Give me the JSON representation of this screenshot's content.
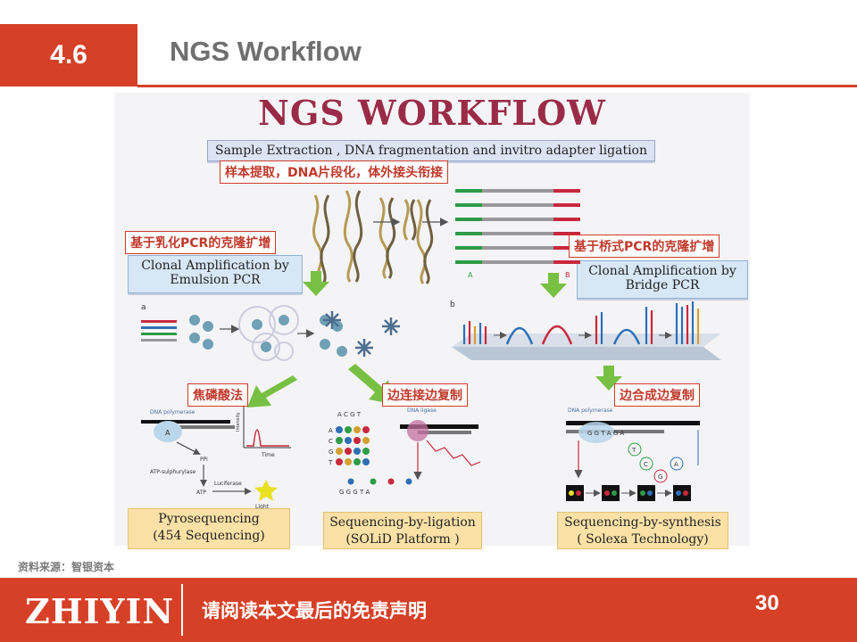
{
  "header": {
    "section_number": "4.6",
    "title": "NGS Workflow"
  },
  "figure": {
    "title": "NGS WORKFLOW",
    "step1": "Sample Extraction , DNA fragmentation and invitro adapter ligation",
    "emulsion": {
      "line1": "Clonal Amplification by",
      "line2": "Emulsion PCR"
    },
    "bridge": {
      "line1": "Clonal Amplification by",
      "line2": "Bridge PCR"
    },
    "panel_a": "a",
    "panel_b": "b",
    "adapter_a": "A",
    "adapter_b": "B",
    "pyro": {
      "line1": "Pyrosequencing",
      "line2": "(454 Sequencing)",
      "dna_polymerase": "DNA polymerase",
      "ppi": "PPi",
      "atp_sulphurylase": "ATP-sulphurylase",
      "atp": "ATP",
      "luciferase": "Luciferase",
      "light": "Light",
      "intensity": "Intensity",
      "time": "Time",
      "a": "A"
    },
    "ligation": {
      "line1": "Sequencing-by-ligation",
      "line2": "(SOLiD Platform )",
      "dna_ligase": "DNA ligase",
      "bases_top": "A C G T",
      "rows": [
        "A",
        "C",
        "G",
        "T"
      ],
      "bottom_seq": "G G G T A"
    },
    "synthesis": {
      "line1": "Sequencing-by-synthesis",
      "line2": "( Solexa Technology)",
      "dna_polymerase": "DNA polymerase",
      "chain": "G G T A G A",
      "free": [
        "T",
        "C",
        "G",
        "A"
      ]
    }
  },
  "annotations": {
    "sample_cn": "样本提取，DNA片段化，体外接头衔接",
    "emulsion_cn": "基于乳化PCR的克隆扩增",
    "bridge_cn": "基于桥式PCR的克隆扩增",
    "pyro_cn": "焦磷酸法",
    "ligation_cn": "边连接边复制",
    "synthesis_cn": "边合成边复制"
  },
  "footer": {
    "source": "资料来源：智银资本",
    "logo": "ZHIYIN",
    "disclaimer": "请阅读本文最后的免责声明",
    "page_number": "30"
  },
  "colors": {
    "brand_red": "#d64027",
    "title_gray": "#6f6f6f",
    "figure_title": "#9a2b48",
    "arrow_green": "#78c043"
  }
}
